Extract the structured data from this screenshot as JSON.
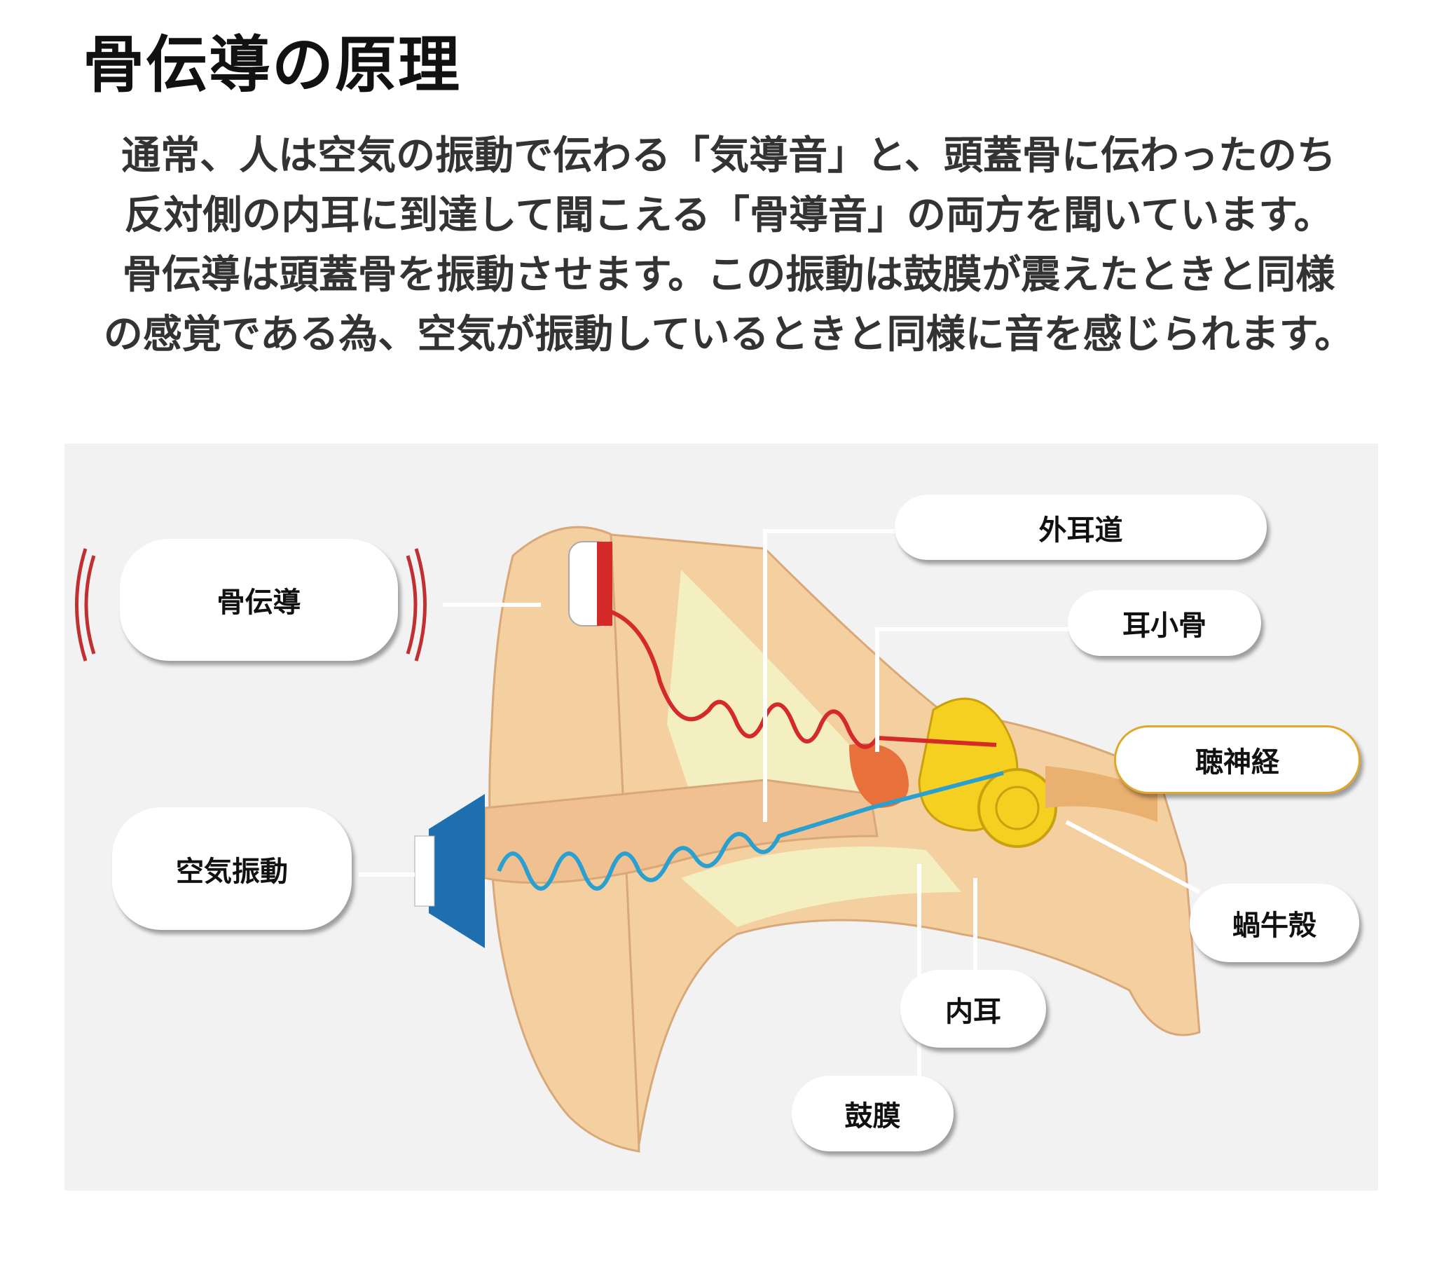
{
  "title": "骨伝導の原理",
  "paragraph": [
    "通常、人は空気の振動で伝わる「気導音」と、頭蓋骨に伝わったのち",
    "反対側の内耳に到達して聞こえる「骨導音」の両方を聞いています。",
    "骨伝導は頭蓋骨を振動させます。この振動は鼓膜が震えたときと同様",
    "の感覚である為、空気が振動しているときと同様に音を感じられます。"
  ],
  "diagram": {
    "labels": {
      "bone_conduction": "骨伝導",
      "air_vibration": "空気振動",
      "ear_canal": "外耳道",
      "ossicles": "耳小骨",
      "auditory_nerve": "聴神経",
      "cochlea": "蝸牛殻",
      "inner_ear": "内耳",
      "eardrum": "鼓膜"
    },
    "colors": {
      "bone_wave": "#d42a2a",
      "air_wave": "#2aa0d0",
      "highlight": "#e0a82a"
    }
  }
}
